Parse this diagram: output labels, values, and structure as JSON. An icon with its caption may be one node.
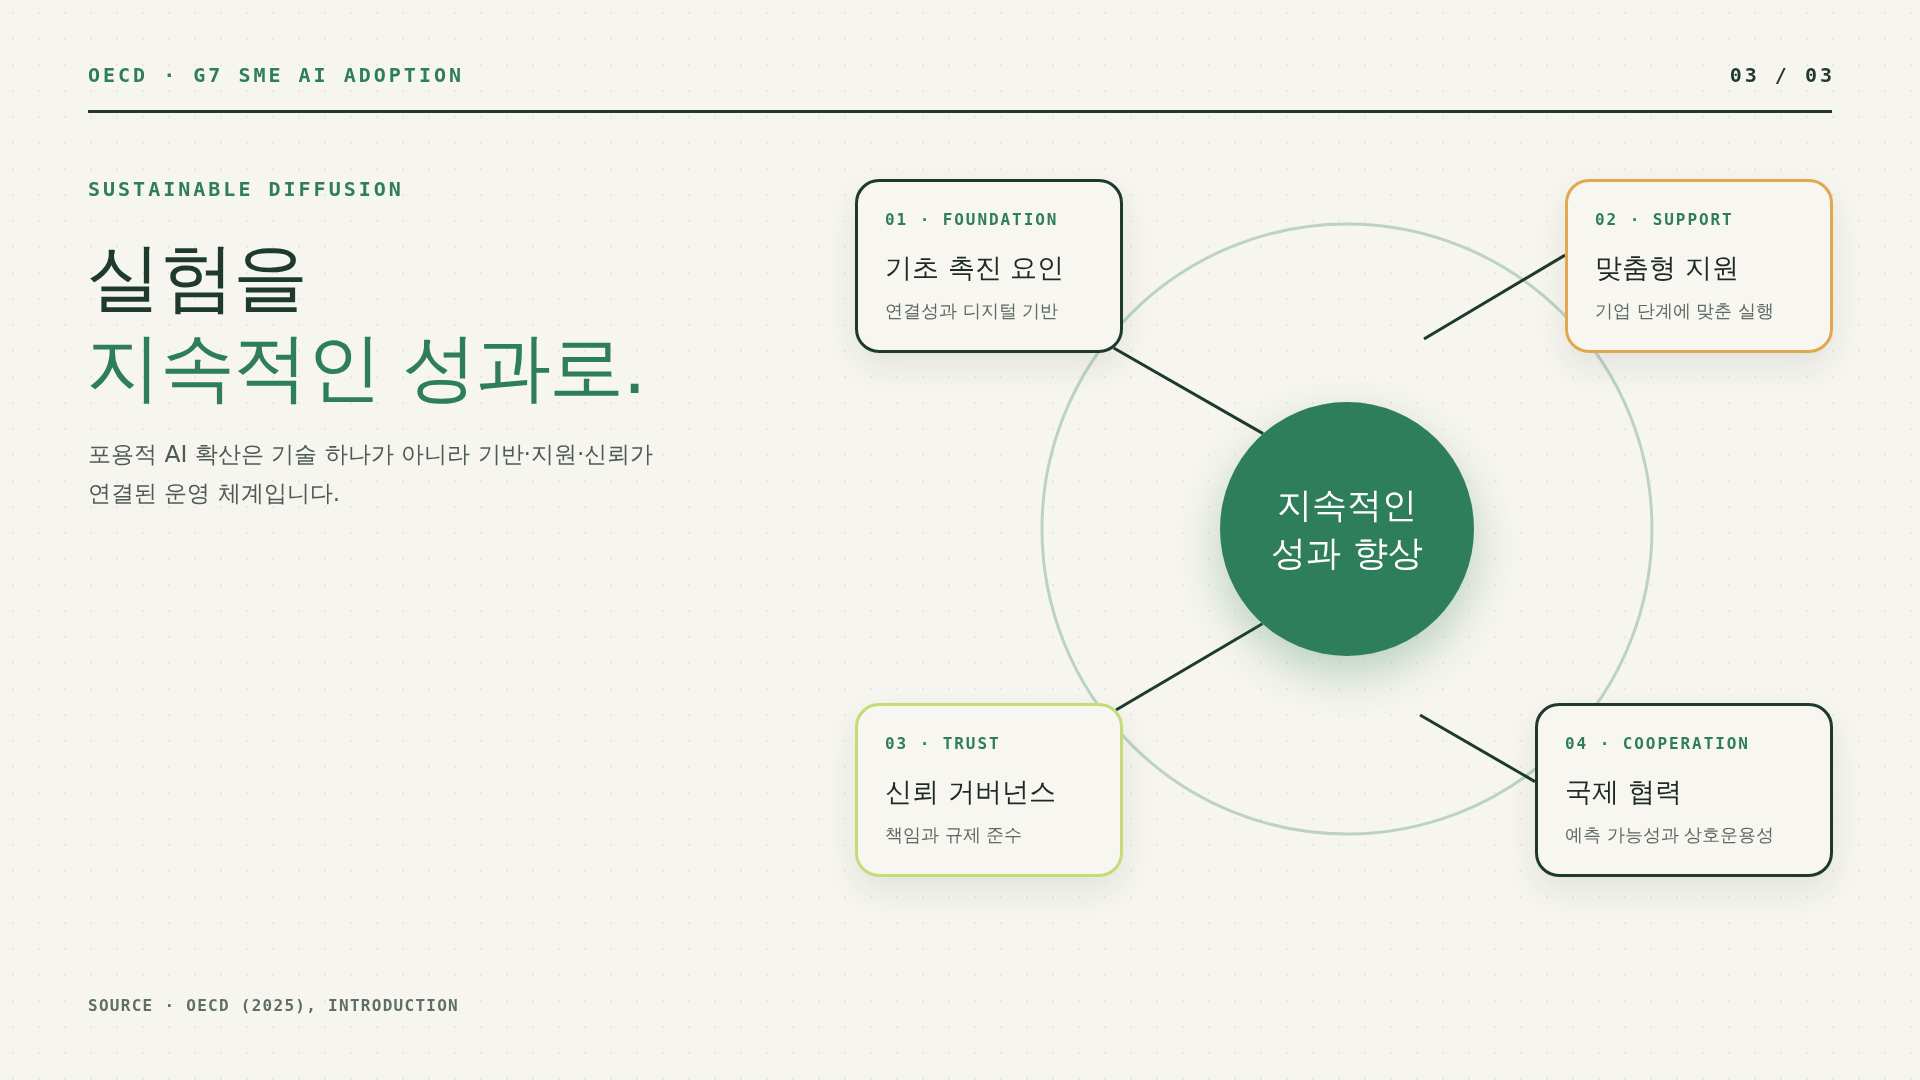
{
  "diagram": {
    "title": "실험을 *지속적인 성과로.*",
    "nodes": [
      {
        "text": [
          "01 · FOUNDATION",
          "기초 촉진 요인",
          "연결성과 디지털 기반"
        ]
      },
      {
        "text": [
          "02 · SUPPORT",
          "맞춤형 지원",
          "기업 단계에 맞춘 실행"
        ]
      },
      {
        "text": [
          "지속적인 성과 향상"
        ]
      },
      {
        "text": [
          "03 · TRUST",
          "신뢰 거버넌스",
          "책임과 규제 준수"
        ]
      },
      {
        "text": [
          "04 · COOPERATION",
          "국제 협력",
          "예측 가능성과 상호운용성"
        ]
      }
    ],
    "edges": [
      {
        "from": 0,
        "to": 2,
        "arrow": "none"
      },
      {
        "from": 1,
        "to": null,
        "arrow": "none"
      },
      {
        "from": 3,
        "to": 2,
        "arrow": "none"
      },
      {
        "from": 4,
        "to": null,
        "arrow": "none"
      }
    ],
    "labels": [
      "OECD · G7 SME AI ADOPTION",
      "03 / 03",
      "SUSTAINABLE DIFFUSION",
      "포용적 AI 확산은 기술 하나가 아니라 기반·지원·신뢰가 연결된 운영 체계입니다.",
      "SOURCE · OECD (2025), INTRODUCTION"
    ]
  }
}
